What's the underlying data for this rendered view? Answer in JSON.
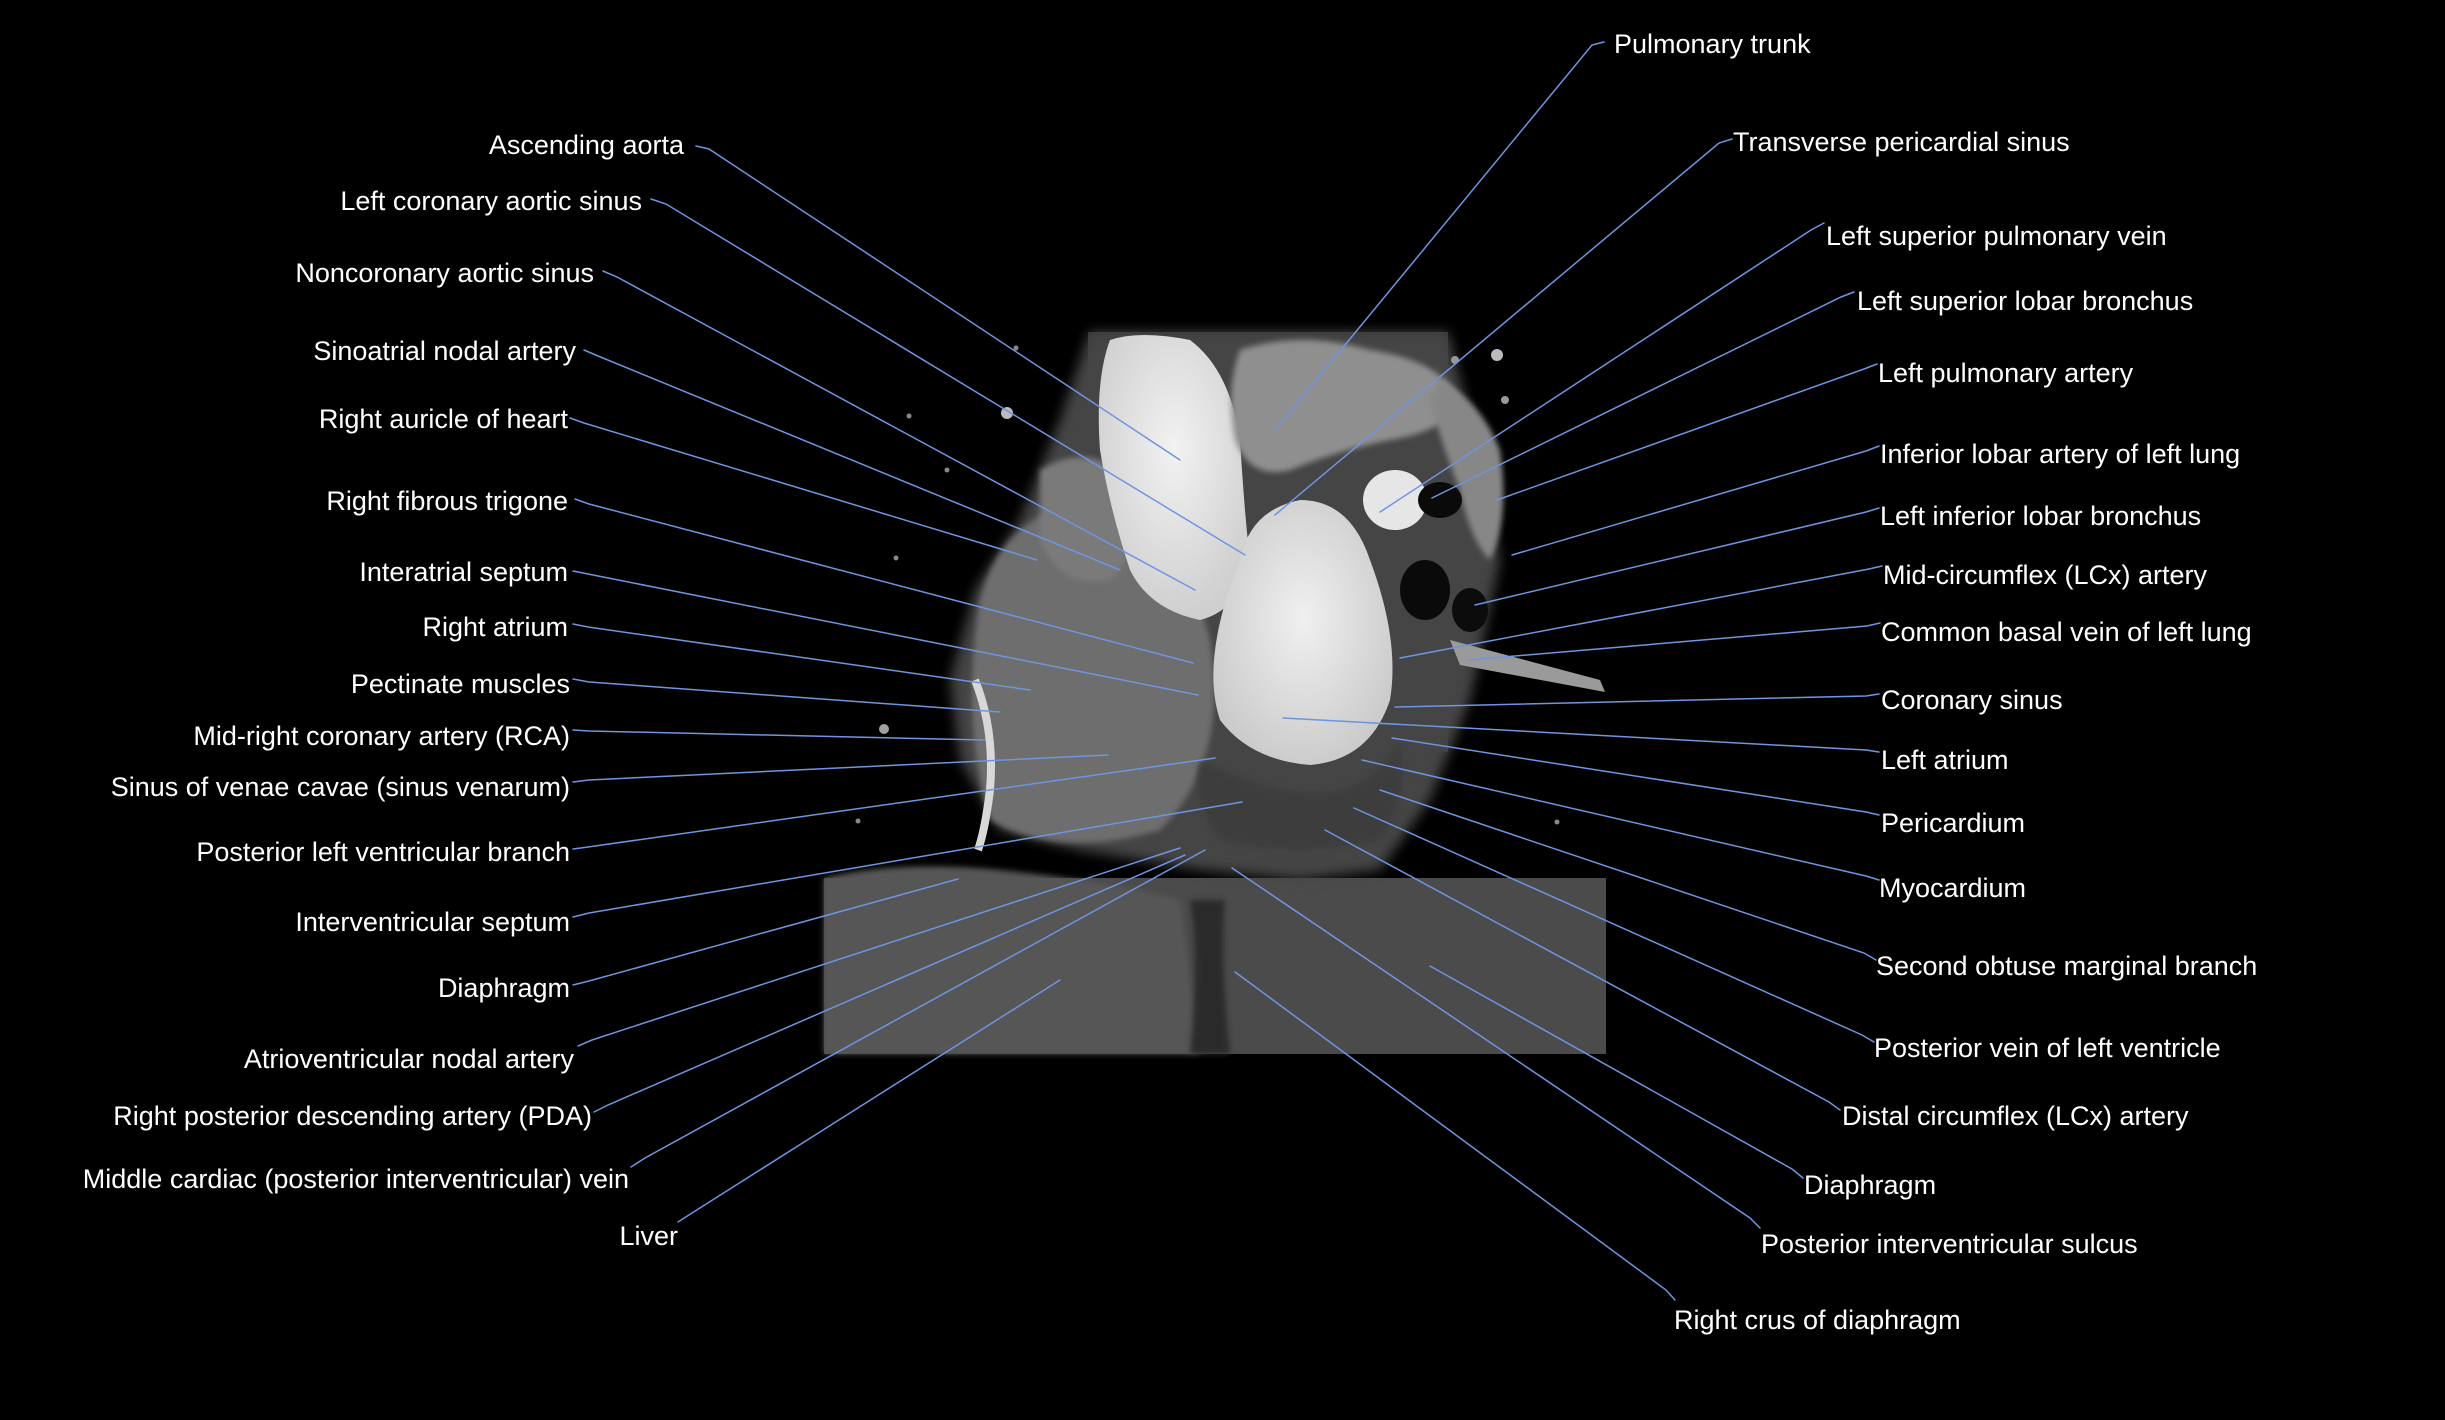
{
  "diagram": {
    "labels_left": [
      "Ascending aorta",
      "Left coronary aortic sinus",
      "Noncoronary aortic sinus",
      "Sinoatrial nodal artery",
      "Right auricle of heart",
      "Right fibrous trigone",
      "Interatrial septum",
      "Right atrium",
      "Pectinate muscles",
      "Mid-right coronary artery (RCA)",
      "Sinus of venae cavae (sinus venarum)",
      "Posterior left ventricular branch",
      "Interventricular septum",
      "Diaphragm",
      "Atrioventricular nodal artery",
      "Right posterior descending artery (PDA)",
      "Middle cardiac (posterior interventricular) vein",
      "Liver"
    ],
    "labels_right": [
      "Pulmonary trunk",
      "Transverse pericardial sinus",
      "Left superior pulmonary vein",
      "Left superior lobar bronchus",
      "Left pulmonary artery",
      "Inferior lobar artery of left lung",
      "Left inferior lobar bronchus",
      "Mid-circumflex (LCx) artery",
      "Common basal vein of left lung",
      "Coronary sinus",
      "Left atrium",
      "Pericardium",
      "Myocardium",
      "Second obtuse marginal branch",
      "Posterior vein of left ventricle",
      "Distal circumflex (LCx) artery",
      "Diaphragm",
      "Posterior interventricular sulcus",
      "Right crus of diaphragm"
    ],
    "colors": {
      "background": "#000000",
      "label_text": "#ffffff",
      "leader_line": "#6f95e0"
    }
  }
}
